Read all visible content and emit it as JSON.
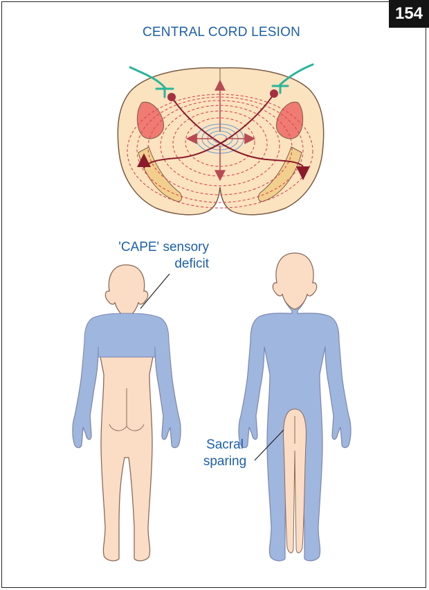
{
  "page_number": "154",
  "title": "CENTRAL CORD LESION",
  "labels": {
    "cape_line1": "'CAPE' sensory",
    "cape_line2": "deficit",
    "sacral_line1": "Sacral",
    "sacral_line2": "sparing"
  },
  "colors": {
    "cord_fill": "#fbe3c0",
    "cord_outline": "#7a5a44",
    "tract_red": "#8b1a2b",
    "lesion_dashes": "#d8454f",
    "syrinx_blue": "#6f9ed4",
    "horn_pink": "#ef7b73",
    "horn_tan": "#f3cf8e",
    "nerve_green": "#29b59a",
    "skin": "#fbdcc5",
    "deficit_blue": "#9fb6df",
    "text_blue": "#1d5fa8"
  }
}
